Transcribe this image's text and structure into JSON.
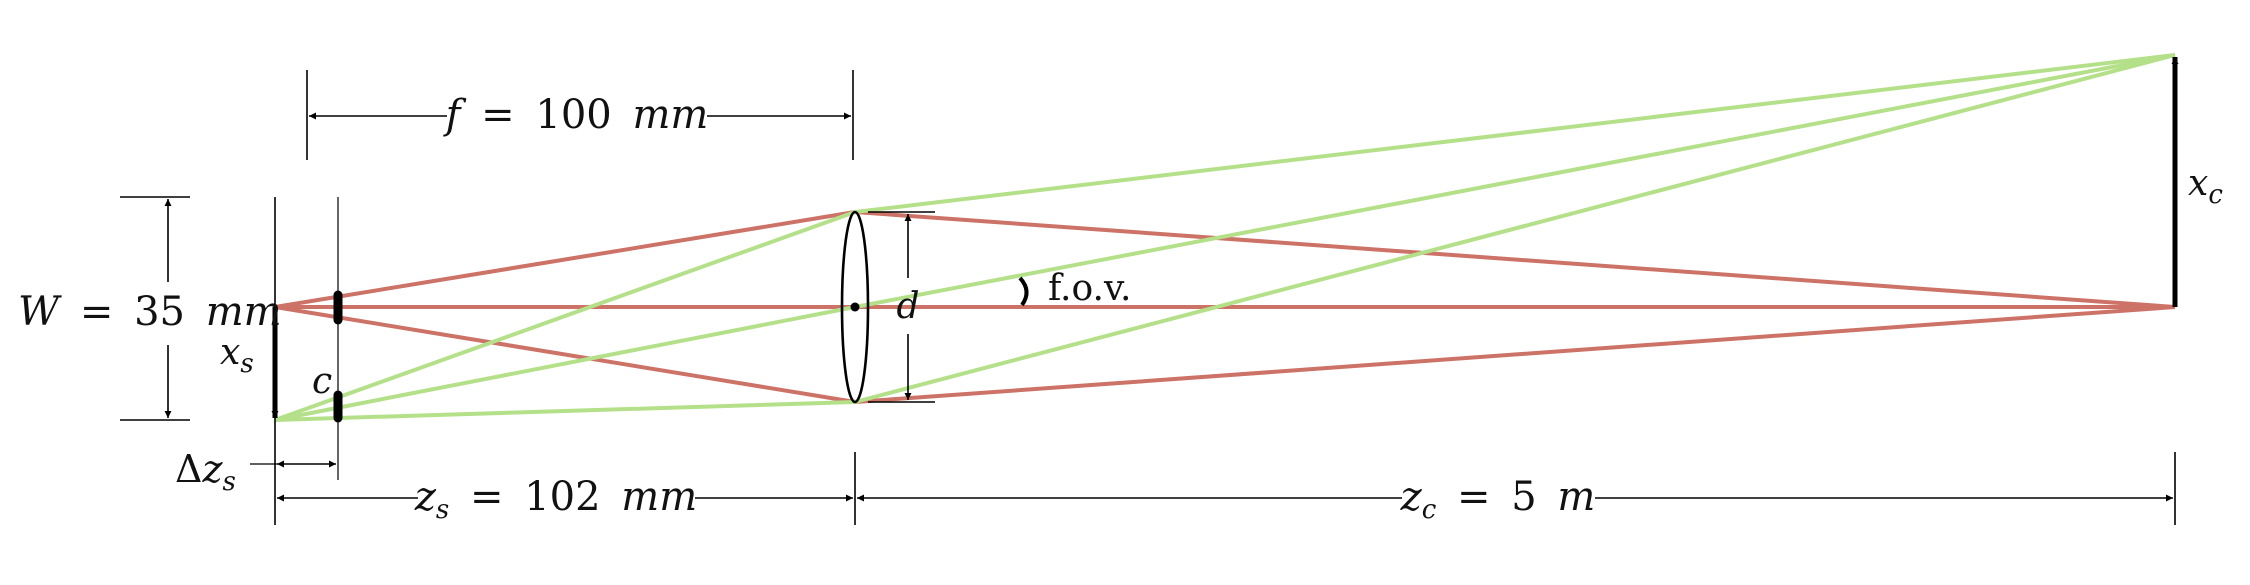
{
  "labels": {
    "f_var": "f",
    "f_eq": "=",
    "f_value": "100",
    "f_unit": "mm",
    "w_var": "W",
    "w_eq": "=",
    "w_value": "35",
    "w_unit": "mm",
    "xs_var": "x",
    "xs_sub": "s",
    "c_var": "c",
    "dzs_delta": "Δ",
    "dzs_var": "z",
    "dzs_sub": "s",
    "zs_var": "z",
    "zs_sub": "s",
    "zs_eq": "=",
    "zs_value": "102",
    "zs_unit": "mm",
    "zc_var": "z",
    "zc_sub": "c",
    "zc_eq": "=",
    "zc_value": "5",
    "zc_unit": "m",
    "d_var": "d",
    "fov": "f.o.v.",
    "xc_var": "x",
    "xc_sub": "c"
  },
  "colors": {
    "red_rays": "#cd7266",
    "green_rays": "#b5e08a",
    "ink": "#000000"
  }
}
